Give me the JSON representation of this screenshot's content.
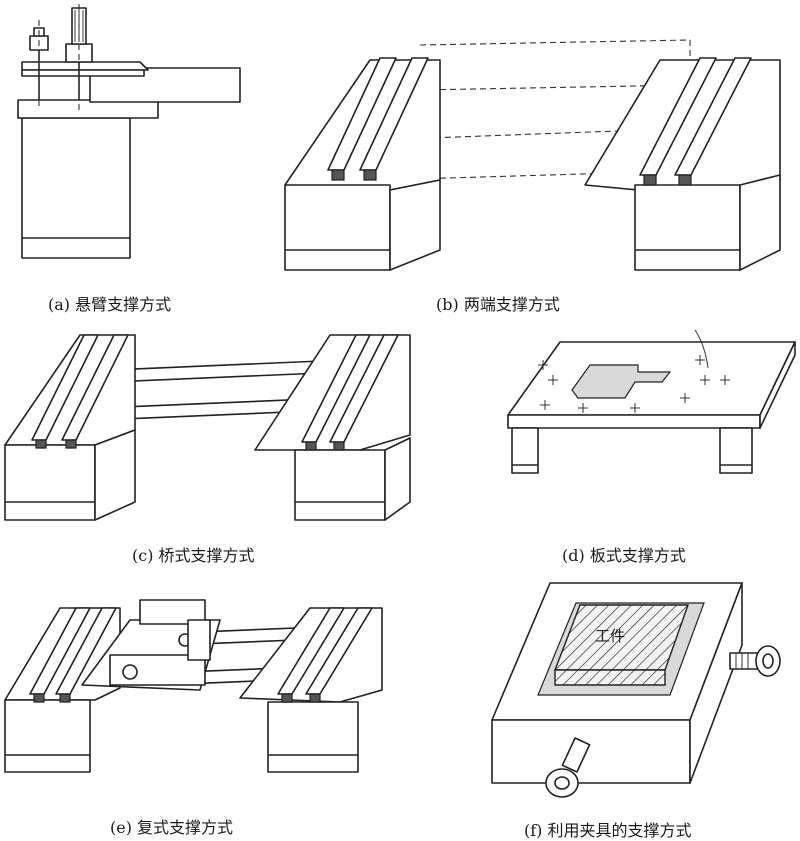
{
  "figures": [
    {
      "id": "a",
      "caption": "(a) 悬臂支撑方式"
    },
    {
      "id": "b",
      "caption": "(b) 两端支撑方式"
    },
    {
      "id": "c",
      "caption": "(c) 桥式支撑方式"
    },
    {
      "id": "d",
      "caption": "(d) 板式支撑方式"
    },
    {
      "id": "e",
      "caption": "(e) 复式支撑方式"
    },
    {
      "id": "f",
      "caption": "(f) 利用夹具的支撑方式"
    }
  ],
  "workpiece_label": "工件"
}
